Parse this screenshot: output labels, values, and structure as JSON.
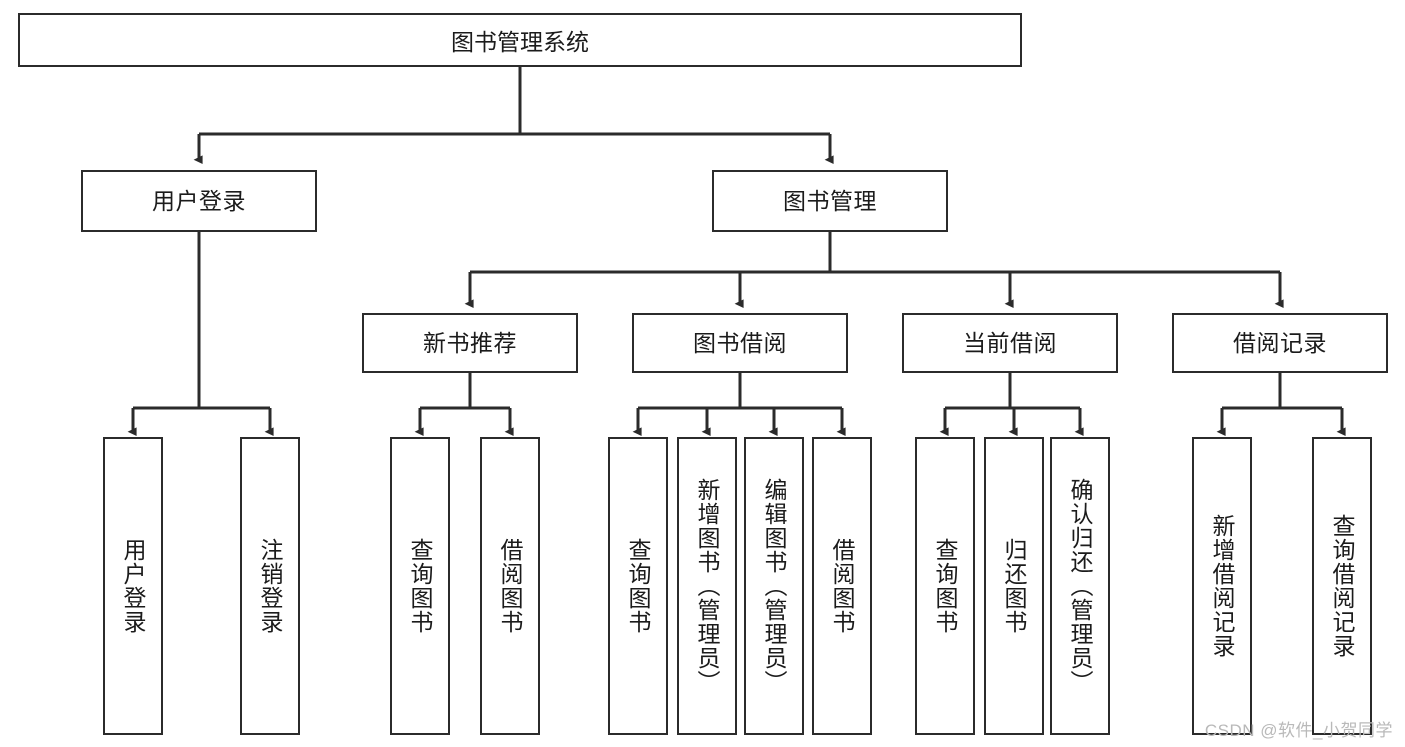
{
  "diagram": {
    "type": "tree-hierarchy",
    "title": "图书管理系统",
    "watermark": "CSDN @软件_小贺同学",
    "colors": {
      "stroke": "#2b2b2b",
      "fill": "#ffffff",
      "text": "#1b1b1b",
      "watermark": "#b9b9b9"
    },
    "nodes": {
      "root": {
        "label": "图书管理系统"
      },
      "level2": [
        {
          "id": "user-login",
          "label": "用户登录"
        },
        {
          "id": "book-manage",
          "label": "图书管理"
        }
      ],
      "level3": [
        {
          "id": "new-book-recommend",
          "label": "新书推荐"
        },
        {
          "id": "book-borrow",
          "label": "图书借阅"
        },
        {
          "id": "current-borrow",
          "label": "当前借阅"
        },
        {
          "id": "borrow-record",
          "label": "借阅记录"
        }
      ],
      "leaves": {
        "user-login": [
          {
            "id": "leaf-user-login",
            "label": "用户登录"
          },
          {
            "id": "leaf-logout",
            "label": "注销登录"
          }
        ],
        "new-book-recommend": [
          {
            "id": "leaf-query-book-1",
            "label": "查询图书"
          },
          {
            "id": "leaf-borrow-book-1",
            "label": "借阅图书"
          }
        ],
        "book-borrow": [
          {
            "id": "leaf-query-book-2",
            "label": "查询图书"
          },
          {
            "id": "leaf-add-book",
            "label": "新增图书（管理员）"
          },
          {
            "id": "leaf-edit-book",
            "label": "编辑图书（管理员）"
          },
          {
            "id": "leaf-borrow-book-2",
            "label": "借阅图书"
          }
        ],
        "current-borrow": [
          {
            "id": "leaf-query-book-3",
            "label": "查询图书"
          },
          {
            "id": "leaf-return-book",
            "label": "归还图书"
          },
          {
            "id": "leaf-confirm-return",
            "label": "确认归还（管理员）"
          }
        ],
        "borrow-record": [
          {
            "id": "leaf-add-record",
            "label": "新增借阅记录"
          },
          {
            "id": "leaf-query-record",
            "label": "查询借阅记录"
          }
        ]
      }
    }
  }
}
